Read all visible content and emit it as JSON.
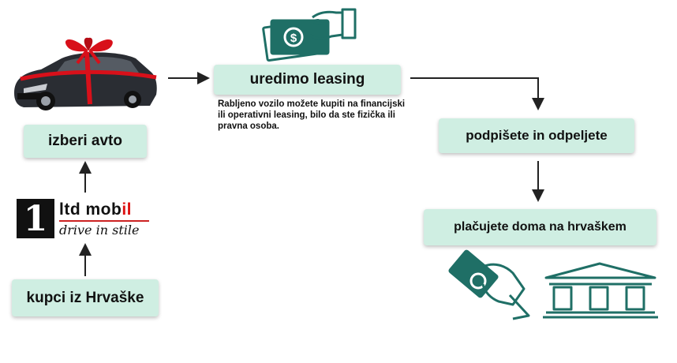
{
  "steps": {
    "izberi": "izberi avto",
    "kupci": "kupci iz Hrvaške",
    "uredimo": "uredimo leasing",
    "podpisete": "podpišete in odpeljete",
    "placujete": "plačujete doma na hrvaškem"
  },
  "leasing_description": "Rabljeno vozilo možete kupiti na financijski ili operativni leasing, bilo da ste fizička ili pravna osoba.",
  "logo": {
    "number": "1",
    "name_start": "ltd mob",
    "name_accent": "il",
    "tagline": "drive in stile"
  },
  "colors": {
    "box_fill": "#cfeee2",
    "icon_teal": "#1f6f66",
    "ribbon_red": "#d8101a"
  }
}
